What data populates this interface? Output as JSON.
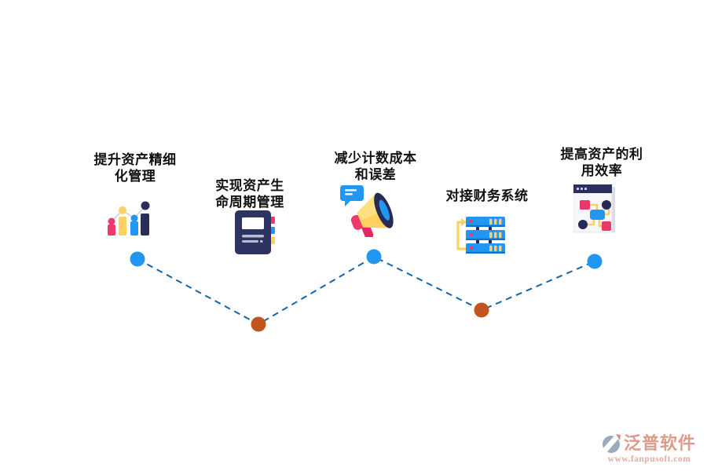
{
  "items": [
    {
      "label": "提升资产精细\n化管理",
      "icon": "bar-chart"
    },
    {
      "label": "实现资产生\n命周期管理",
      "icon": "notebook"
    },
    {
      "label": "减少计数成本\n和误差",
      "icon": "megaphone"
    },
    {
      "label": "对接财务系统",
      "icon": "server-stack"
    },
    {
      "label": "提高资产的利\n用效率",
      "icon": "flowchart-window"
    }
  ],
  "timeline": {
    "node_colors": [
      "#2196f3",
      "#c2551e",
      "#2196f3",
      "#c2551e",
      "#2196f3"
    ],
    "line_color": "#1464ad",
    "line_style": "dashed"
  },
  "colors": {
    "blue": "#2196f3",
    "pink": "#f0386c",
    "yellow": "#fdd05f",
    "navy": "#2b2f58",
    "orange": "#c2551e",
    "line": "#1464ad",
    "text": "#111111",
    "brand": "#e09a8c",
    "brand-light": "#e5ab9e",
    "logo-gray": "#9aabbc"
  },
  "watermark": {
    "brand": "泛普软件",
    "url": "www.fanpusoft.com"
  }
}
